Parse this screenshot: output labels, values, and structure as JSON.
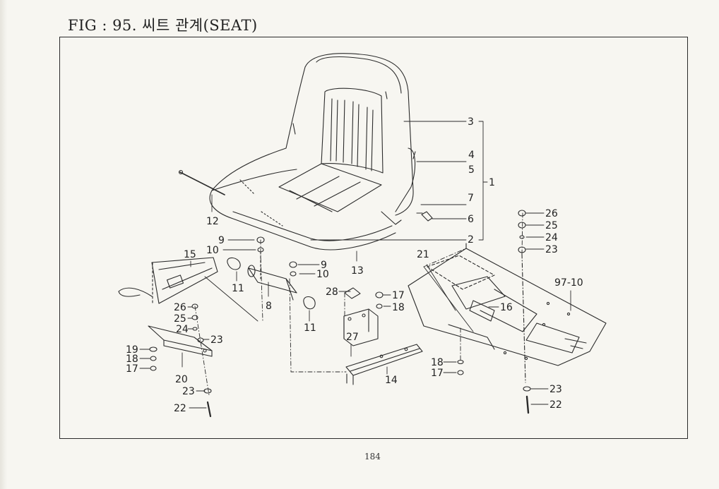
{
  "figure": {
    "title": "FIG : 95. 씨트 관계(SEAT)",
    "page_number": "184"
  },
  "callouts": {
    "c1": "1",
    "c2": "2",
    "c3": "3",
    "c4": "4",
    "c5": "5",
    "c6": "6",
    "c7": "7",
    "c8": "8",
    "c9a": "9",
    "c9b": "9",
    "c10a": "10",
    "c10b": "10",
    "c11a": "11",
    "c11b": "11",
    "c12": "12",
    "c13": "13",
    "c14": "14",
    "c15": "15",
    "c16": "16",
    "c17a": "17",
    "c17b": "17",
    "c17c": "17",
    "c18a": "18",
    "c18b": "18",
    "c18c": "18",
    "c19": "19",
    "c20": "20",
    "c21": "21",
    "c22a": "22",
    "c22b": "22",
    "c23a": "23",
    "c23b": "23",
    "c23c": "23",
    "c23d": "23",
    "c24a": "24",
    "c24b": "24",
    "c25a": "25",
    "c25b": "25",
    "c26a": "26",
    "c26b": "26",
    "c27": "27",
    "c28": "28",
    "c97_10": "97-10"
  }
}
